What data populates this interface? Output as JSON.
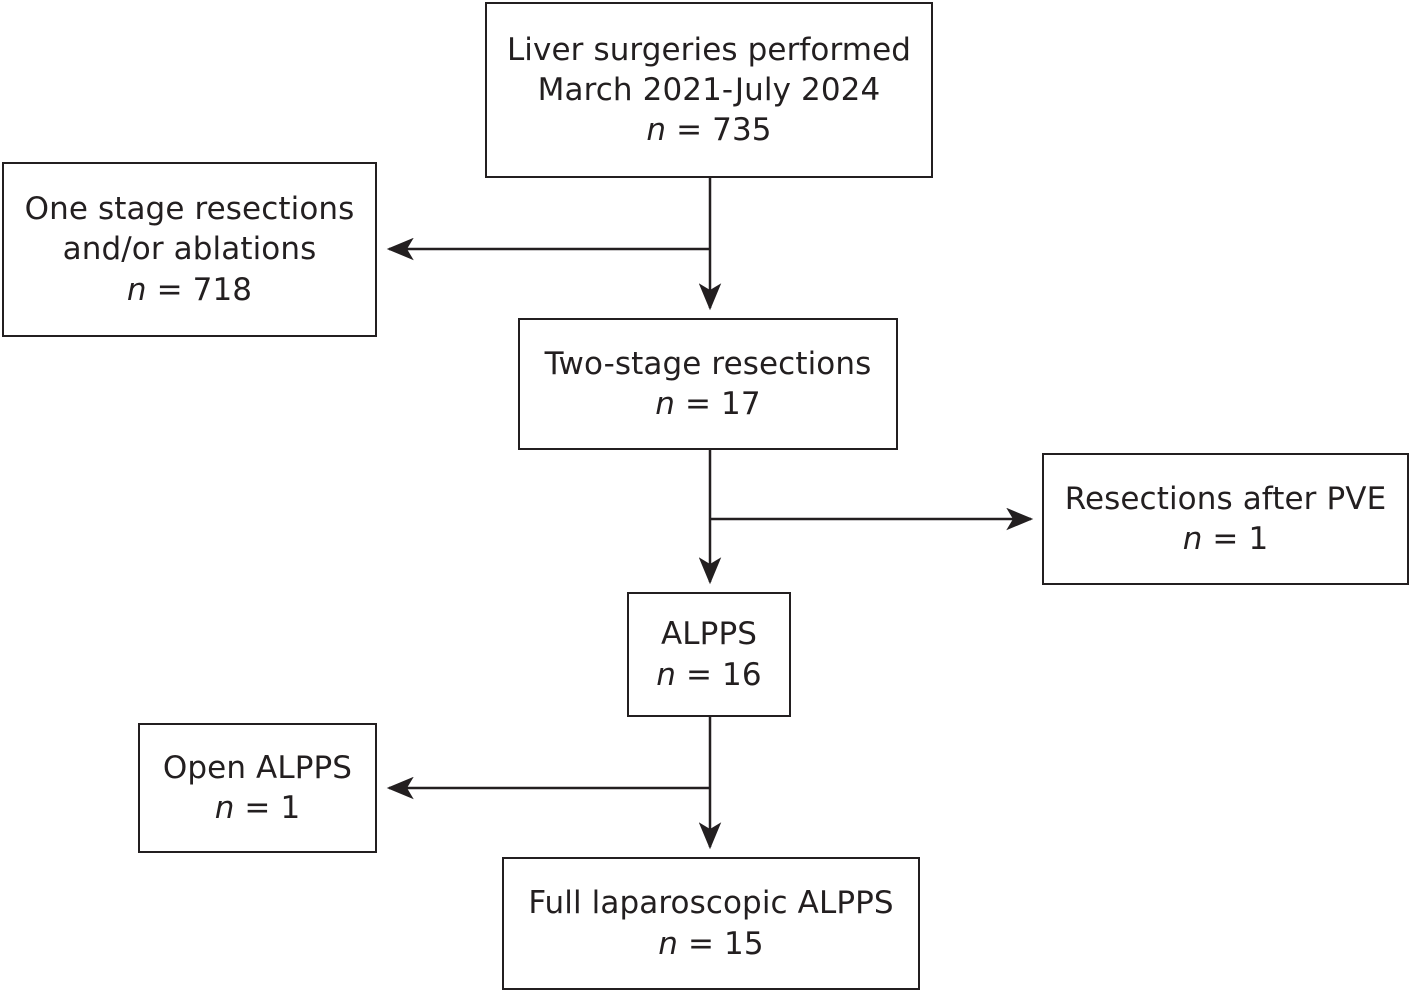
{
  "diagram": {
    "type": "flowchart",
    "title": "Patient selection flow for liver surgeries",
    "orientation": "top-to-bottom",
    "stroke_color": "#231f20",
    "background_color": "#ffffff",
    "nodes": [
      {
        "id": "source",
        "name": "liver-surgeries-box",
        "lines": [
          "Liver surgeries performed",
          "March 2021-July 2024"
        ],
        "n_prefix": "n",
        "n_equals": " = ",
        "n_value": "735"
      },
      {
        "id": "one_stage",
        "name": "one-stage-resections-box",
        "lines": [
          "One stage resections",
          "and/or ablations"
        ],
        "n_prefix": "n",
        "n_equals": " = ",
        "n_value": "718"
      },
      {
        "id": "two_stage",
        "name": "two-stage-resections-box",
        "lines": [
          "Two-stage resections"
        ],
        "n_prefix": "n",
        "n_equals": " = ",
        "n_value": "17"
      },
      {
        "id": "pve",
        "name": "resections-after-pve-box",
        "lines": [
          "Resections after PVE"
        ],
        "n_prefix": "n",
        "n_equals": " = ",
        "n_value": "1"
      },
      {
        "id": "alpps",
        "name": "alpps-box",
        "lines": [
          "ALPPS"
        ],
        "n_prefix": "n",
        "n_equals": " = ",
        "n_value": "16"
      },
      {
        "id": "open_alpps",
        "name": "open-alpps-box",
        "lines": [
          "Open ALPPS"
        ],
        "n_prefix": "n",
        "n_equals": " = ",
        "n_value": "1"
      },
      {
        "id": "lap_alpps",
        "name": "full-laparoscopic-alpps-box",
        "lines": [
          "Full laparoscopic ALPPS"
        ],
        "n_prefix": "n",
        "n_equals": " = ",
        "n_value": "15"
      }
    ],
    "edges": [
      {
        "from": "source",
        "to": "one_stage",
        "direction": "left"
      },
      {
        "from": "source",
        "to": "two_stage",
        "direction": "down"
      },
      {
        "from": "two_stage",
        "to": "pve",
        "direction": "right"
      },
      {
        "from": "two_stage",
        "to": "alpps",
        "direction": "down"
      },
      {
        "from": "alpps",
        "to": "open_alpps",
        "direction": "left"
      },
      {
        "from": "alpps",
        "to": "lap_alpps",
        "direction": "down"
      }
    ]
  }
}
